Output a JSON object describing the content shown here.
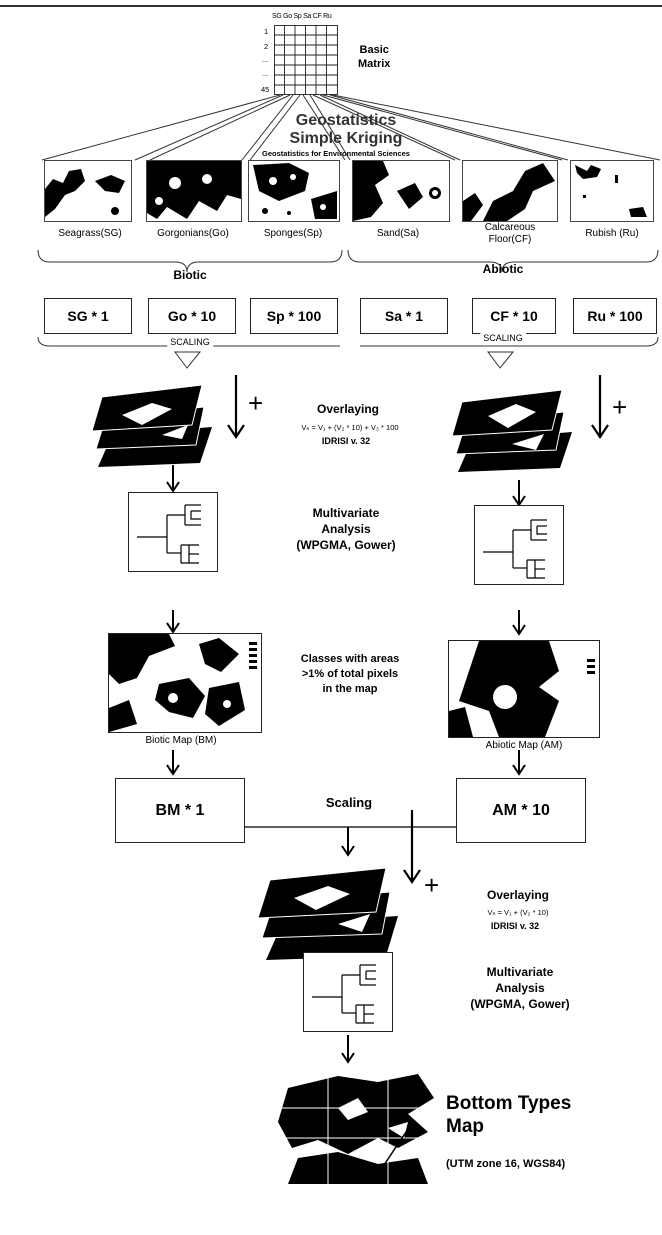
{
  "matrix": {
    "header": "SG Go Sp Sa CF Ru",
    "row_labels": [
      "1",
      "2",
      "...",
      "...",
      "45"
    ],
    "label": "Basic\nMatrix"
  },
  "geostatistics": {
    "line1": "Geostatistics",
    "line2": "Simple Kriging",
    "software": "Geostatistics for Environmental Sciences"
  },
  "maps": [
    {
      "label": "Seagrass(SG)"
    },
    {
      "label": "Gorgonians(Go)"
    },
    {
      "label": "Sponges(Sp)"
    },
    {
      "label": "Sand(Sa)"
    },
    {
      "label": "Calcareous\nFloor(CF)"
    },
    {
      "label": "Rubish (Ru)"
    }
  ],
  "groups": {
    "biotic": "Biotic",
    "abiotic": "Abiotic"
  },
  "scaling_boxes": [
    "SG * 1",
    "Go * 10",
    "Sp * 100",
    "Sa * 1",
    "CF * 10",
    "Ru * 100"
  ],
  "scaling_label": "SCALING",
  "overlay1": {
    "title": "Overlaying",
    "formula": "Vₙ = V₁ + (V₂ * 10) + V₃ * 100",
    "software": "IDRISI v. 32",
    "plus": "+"
  },
  "multivariate": {
    "title": "Multivariate\nAnalysis\n(WPGMA, Gower)"
  },
  "classes_note": "Classes with areas\n>1% of total pixels\nin the map",
  "biotic_map": "Biotic Map (BM)",
  "abiotic_map": "Abiotic Map (AM)",
  "bm_box": "BM * 1",
  "am_box": "AM * 10",
  "scaling_mid": "Scaling",
  "overlay2": {
    "title": "Overlaying",
    "formula": "Vₙ = V₁ + (V₂ * 10)",
    "software": "IDRISI v. 32"
  },
  "final": {
    "title": "Bottom Types\nMap",
    "subtitle": "(UTM zone 16, WGS84)"
  },
  "colors": {
    "ink": "#000000",
    "line": "#222222",
    "paper": "#ffffff"
  }
}
